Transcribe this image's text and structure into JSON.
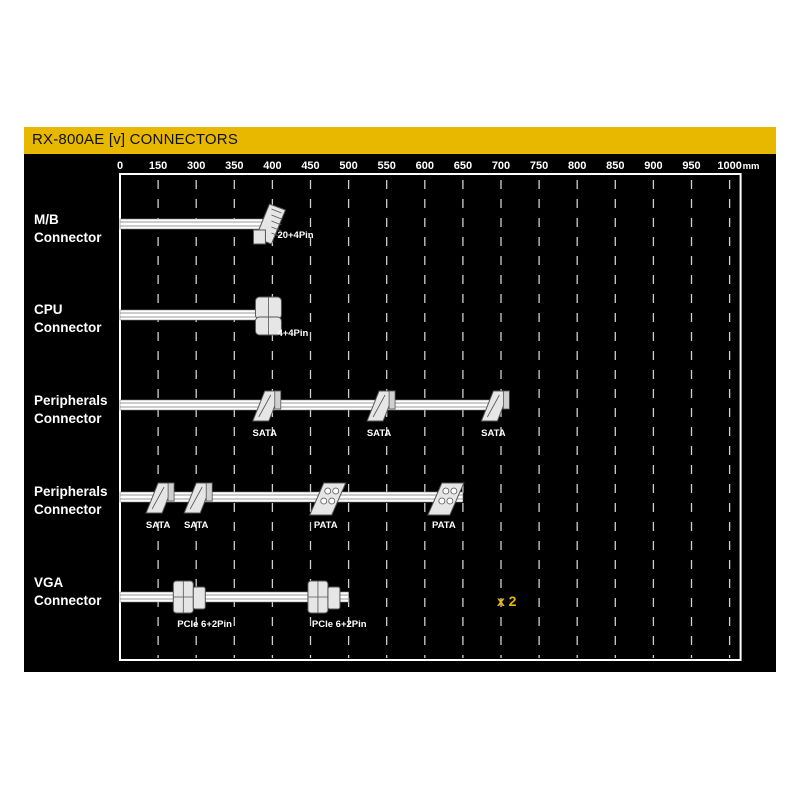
{
  "header": {
    "title": "RX-800AE [v] CONNECTORS"
  },
  "colors": {
    "accent": "#e8b800",
    "background": "#000000",
    "cable": "#ffffff",
    "multiplier": "#e8b800"
  },
  "chart_data": {
    "type": "diagram",
    "axis": {
      "unit": "mm",
      "ticks": [
        0,
        150,
        300,
        350,
        400,
        450,
        500,
        550,
        600,
        650,
        700,
        750,
        800,
        850,
        900,
        950,
        1000
      ]
    },
    "rows": [
      {
        "label_lines": [
          "M/B",
          "Connector"
        ],
        "cable_end": 400,
        "connectors": [
          {
            "type": "atx",
            "at": 383,
            "label": "20+4Pin"
          }
        ]
      },
      {
        "label_lines": [
          "CPU",
          "Connector"
        ],
        "cable_end": 400,
        "connectors": [
          {
            "type": "eps",
            "at": 383,
            "label": "4+4Pin"
          }
        ]
      },
      {
        "label_lines": [
          "Peripherals",
          "Connector"
        ],
        "cable_end": 700,
        "connectors": [
          {
            "type": "sata",
            "at": 390,
            "label": "SATA"
          },
          {
            "type": "sata",
            "at": 540,
            "label": "SATA"
          },
          {
            "type": "sata",
            "at": 690,
            "label": "SATA"
          }
        ]
      },
      {
        "label_lines": [
          "Peripherals",
          "Connector"
        ],
        "cable_end": 650,
        "connectors": [
          {
            "type": "sata",
            "at": 150,
            "label": "SATA"
          },
          {
            "type": "sata",
            "at": 300,
            "label": "SATA"
          },
          {
            "type": "pata",
            "at": 470,
            "label": "PATA"
          },
          {
            "type": "pata",
            "at": 625,
            "label": "PATA"
          }
        ]
      },
      {
        "label_lines": [
          "VGA",
          "Connector"
        ],
        "cable_end": 500,
        "multiplier": "x 2",
        "connectors": [
          {
            "type": "pcie",
            "at": 265,
            "label": "PCIe 6+2Pin"
          },
          {
            "type": "pcie",
            "at": 465,
            "label": "PCIe 6+2Pin"
          }
        ]
      }
    ]
  }
}
